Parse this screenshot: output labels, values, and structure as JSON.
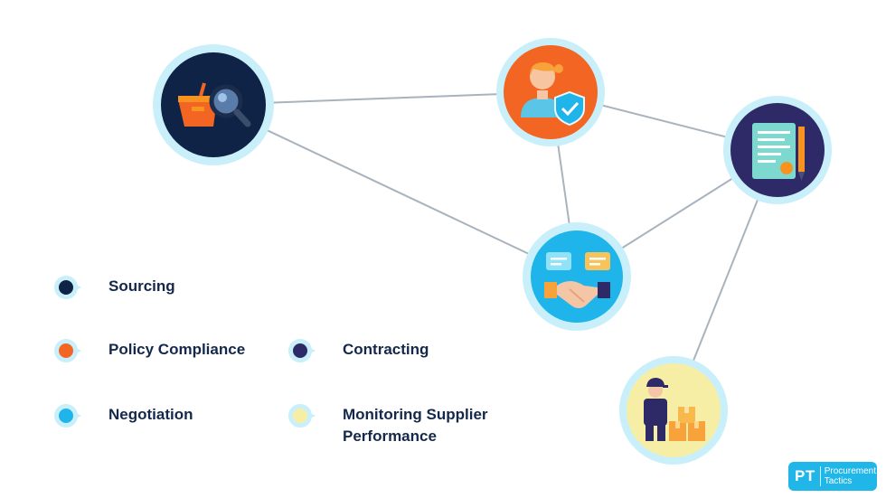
{
  "colors": {
    "sourcing": "#0f2347",
    "policy_compliance": "#f26522",
    "contracting": "#2e2a67",
    "negotiation": "#1fb5ea",
    "monitoring": "#f7eea5",
    "ring": "#c9f0fa",
    "connector": "#a8b3bd"
  },
  "legend": [
    {
      "label": "Sourcing",
      "color": "#0f2347"
    },
    {
      "label": "Policy Compliance",
      "color": "#f26522"
    },
    {
      "label": "Contracting",
      "color": "#2e2a67"
    },
    {
      "label": "Negotiation",
      "color": "#1fb5ea"
    },
    {
      "label": "Monitoring Supplier\nPerformance",
      "color": "#f7eea5"
    }
  ],
  "nodes": [
    {
      "id": "sourcing",
      "icon": "basket-magnifier-icon"
    },
    {
      "id": "policy-compliance",
      "icon": "person-shield-icon"
    },
    {
      "id": "contracting",
      "icon": "contract-pen-icon"
    },
    {
      "id": "negotiation",
      "icon": "handshake-chat-icon"
    },
    {
      "id": "monitoring",
      "icon": "worker-boxes-icon"
    }
  ],
  "edges": [
    [
      "sourcing",
      "policy-compliance"
    ],
    [
      "sourcing",
      "negotiation"
    ],
    [
      "policy-compliance",
      "negotiation"
    ],
    [
      "policy-compliance",
      "contracting"
    ],
    [
      "negotiation",
      "contracting"
    ],
    [
      "contracting",
      "monitoring"
    ]
  ],
  "brand": {
    "initials": "PT",
    "name": "Procurement\nTactics"
  }
}
